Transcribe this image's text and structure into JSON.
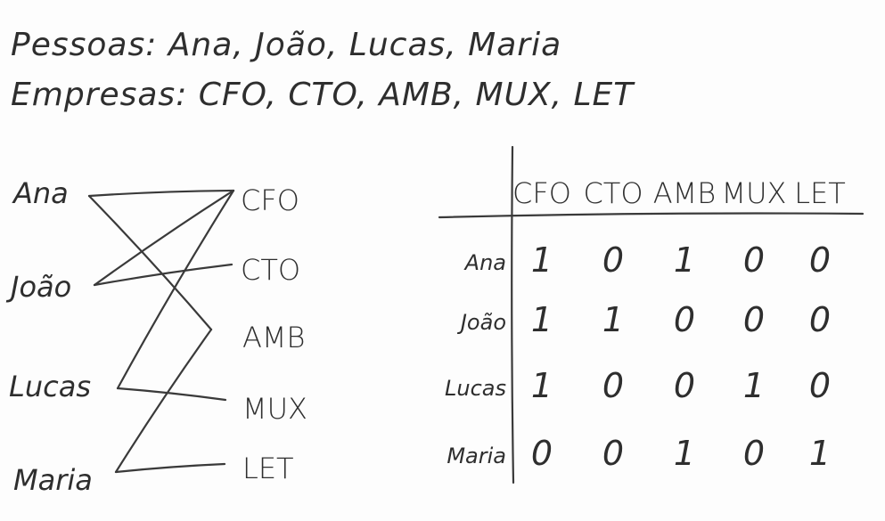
{
  "header": {
    "people_line": "Pessoas: Ana, João, Lucas, Maria",
    "companies_line": "Empresas: CFO, CTO, AMB, MUX, LET"
  },
  "people": [
    "Ana",
    "João",
    "Lucas",
    "Maria"
  ],
  "companies": [
    "CFO",
    "CTO",
    "AMB",
    "MUX",
    "LET"
  ],
  "edges": [
    [
      "Ana",
      "CFO"
    ],
    [
      "Ana",
      "AMB"
    ],
    [
      "João",
      "CFO"
    ],
    [
      "João",
      "CTO"
    ],
    [
      "Lucas",
      "CFO"
    ],
    [
      "Lucas",
      "MUX"
    ],
    [
      "Maria",
      "AMB"
    ],
    [
      "Maria",
      "LET"
    ]
  ],
  "matrix": {
    "columns": [
      "CFO",
      "CTO",
      "AMB",
      "MUX",
      "LET"
    ],
    "rows": [
      {
        "label": "Ana",
        "values": [
          "1",
          "0",
          "1",
          "0",
          "0"
        ]
      },
      {
        "label": "João",
        "values": [
          "1",
          "1",
          "0",
          "0",
          "0"
        ]
      },
      {
        "label": "Lucas",
        "values": [
          "1",
          "0",
          "0",
          "1",
          "0"
        ]
      },
      {
        "label": "Maria",
        "values": [
          "0",
          "0",
          "1",
          "0",
          "1"
        ]
      }
    ]
  }
}
